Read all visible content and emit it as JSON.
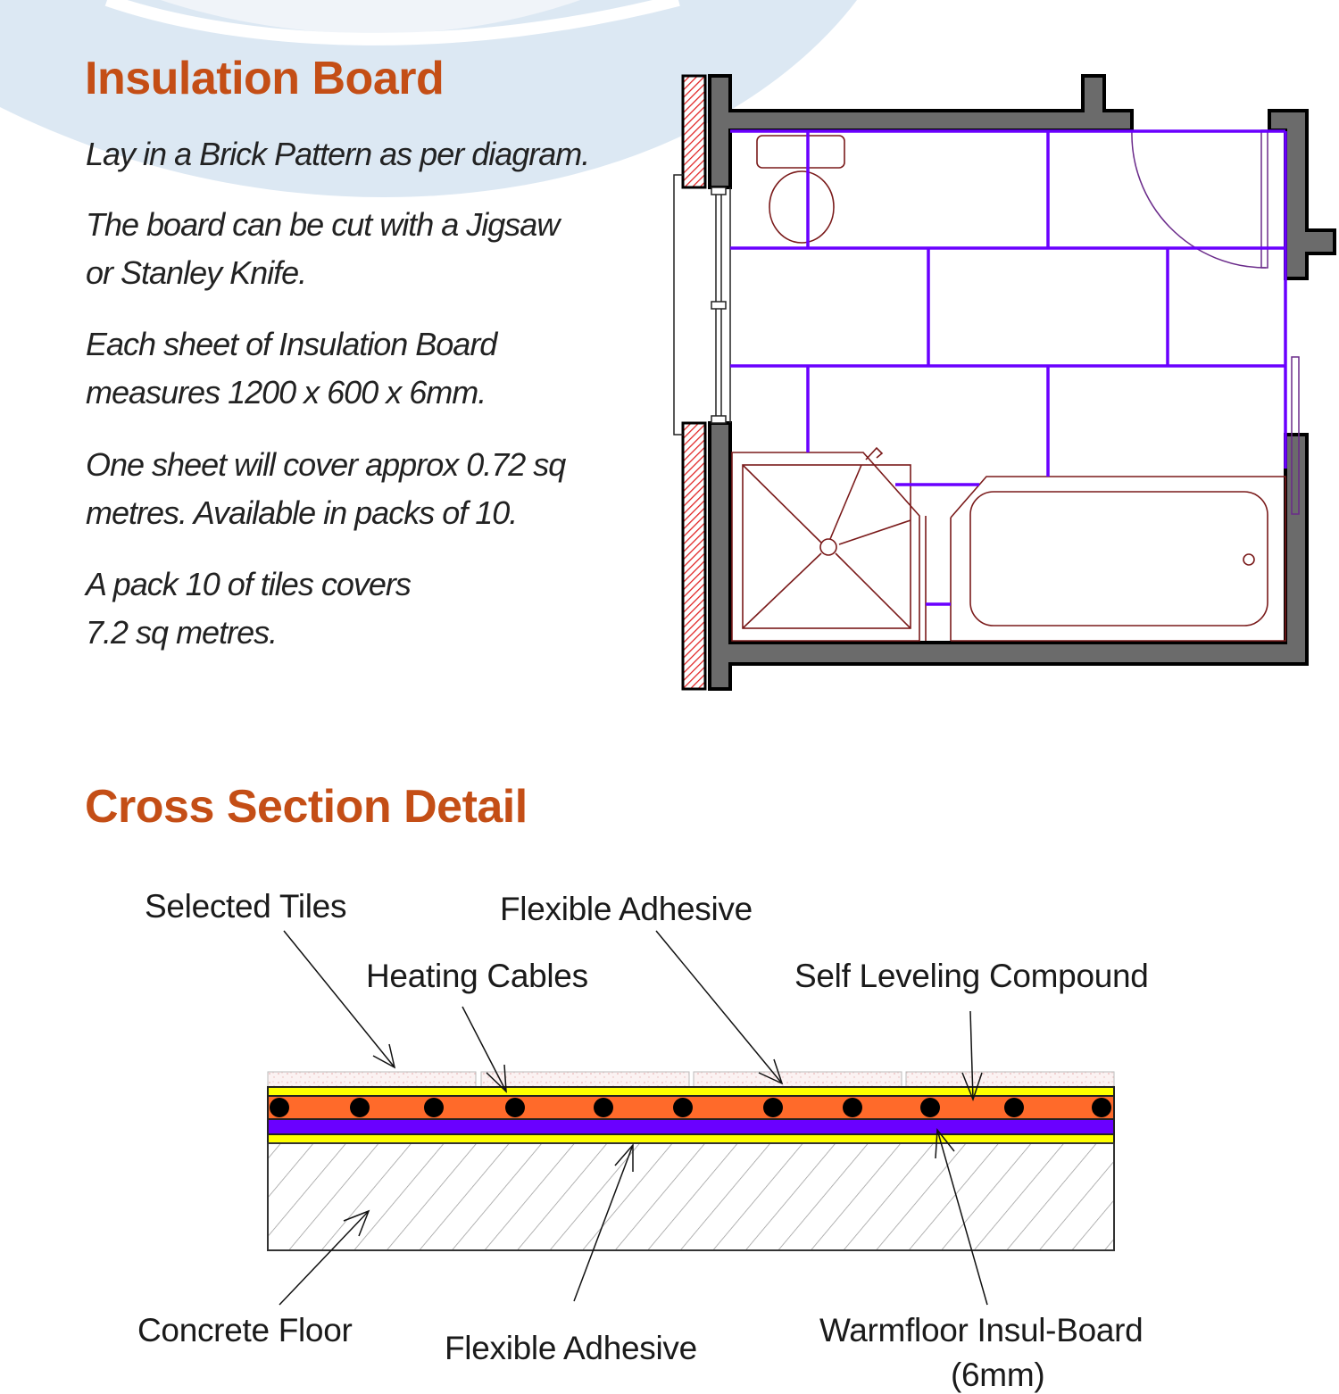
{
  "insulation_section": {
    "title": "Insulation Board",
    "paragraphs": [
      {
        "lines": [
          "Lay in a Brick Pattern as per diagram."
        ]
      },
      {
        "lines": [
          "The board can be cut with a Jigsaw",
          "or Stanley Knife."
        ]
      },
      {
        "lines": [
          "Each sheet of Insulation Board",
          "measures 1200 x 600 x 6mm."
        ]
      },
      {
        "lines": [
          "One sheet will cover approx 0.72 sq",
          "metres. Available in packs of 10."
        ]
      },
      {
        "lines": [
          "A pack 10 of tiles covers",
          "7.2 sq metres."
        ]
      }
    ]
  },
  "cross_section": {
    "title": "Cross Section Detail",
    "labels": {
      "selected_tiles": "Selected Tiles",
      "flexible_adhesive_top": "Flexible Adhesive",
      "heating_cables": "Heating Cables",
      "self_leveling_compound": "Self Leveling Compound",
      "concrete_floor": "Concrete Floor",
      "flexible_adhesive_bottom": "Flexible Adhesive",
      "insul_board_line1": "Warmfloor Insul-Board",
      "insul_board_line2": "(6mm)"
    }
  },
  "colors": {
    "heading": "#c44e16",
    "board_grid": "#6a00ff",
    "fixture_outline": "#7a1a1a",
    "wall": "#6b6b6b",
    "adhesive": "#ffff00",
    "compound": "#ff6a2a",
    "insul_board": "#6a00ff",
    "background_swoosh": "#dce8f3"
  }
}
